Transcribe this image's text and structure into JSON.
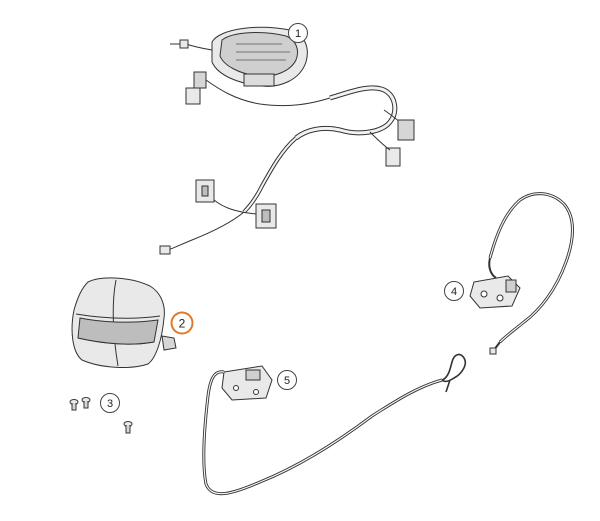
{
  "diagram": {
    "callouts": [
      {
        "label": "1",
        "part": "instrument-cluster",
        "highlighted": false
      },
      {
        "label": "2",
        "part": "headlight",
        "highlighted": true
      },
      {
        "label": "3",
        "part": "screws",
        "highlighted": false
      },
      {
        "label": "4",
        "part": "sensor-bracket",
        "highlighted": false
      },
      {
        "label": "5",
        "part": "lock-latch",
        "highlighted": false
      }
    ],
    "colors": {
      "line": "#333333",
      "fill": "#e9e9e9",
      "dark_fill": "#bdbdbd",
      "highlight": "#e07a2a",
      "callout_stroke": "#444444"
    }
  }
}
